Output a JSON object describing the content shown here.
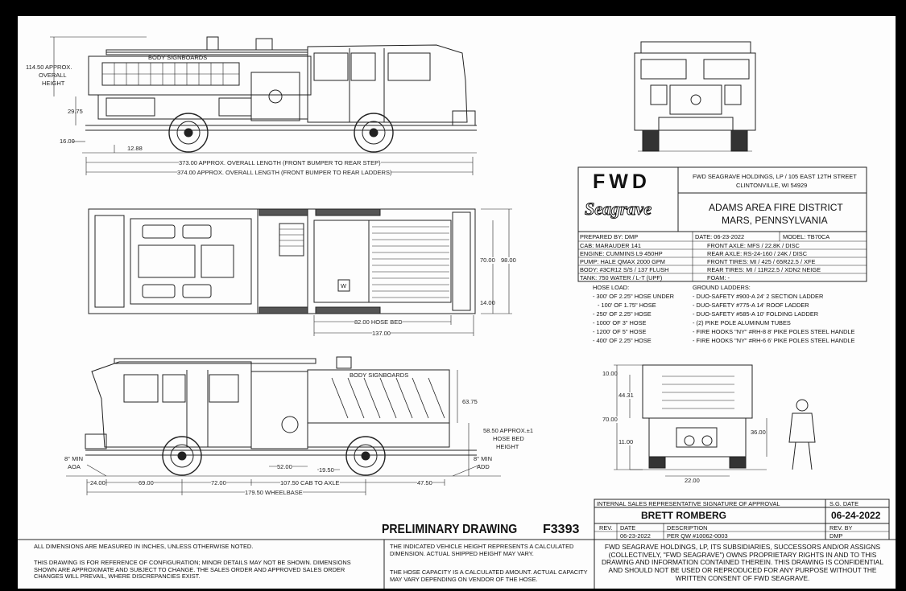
{
  "views": {
    "side_top": {
      "height_label_1": "114.50 APPROX.",
      "height_label_2": "OVERALL",
      "height_label_3": "HEIGHT",
      "body_label": "BODY SIGNBOARDS",
      "dim_29_75": "29.75",
      "dim_16_00": "16.00",
      "dim_12_88": "12.88",
      "length_rear_step": "373.00 APPROX. OVERALL LENGTH (FRONT BUMPER TO REAR STEP)",
      "length_rear_ladders": "374.00 APPROX. OVERALL LENGTH (FRONT BUMPER TO REAR LADDERS)"
    },
    "plan": {
      "dim_70_00": "70.00",
      "dim_98_00": "98.00",
      "dim_14_00": "14.00",
      "hose_bed": "82.00 HOSE BED",
      "dim_137_00": "137.00",
      "w_mark": "W"
    },
    "side_bottom": {
      "body_label": "BODY SIGNBOARDS",
      "dim_63_75": "63.75",
      "hose_bed_height_1": "58.50 APPROX.±1",
      "hose_bed_height_2": "HOSE BED",
      "hose_bed_height_3": "HEIGHT",
      "aoa_1": "8° MIN",
      "aoa_2": "AOA",
      "add_1": "8° MIN",
      "add_2": "ADD",
      "dim_24_00": "24.00",
      "dim_69_00": "69.00",
      "dim_72_00": "72.00",
      "dim_52_00": "52.00",
      "dim_19_50": "19.50",
      "cab_to_axle": "107.50 CAB TO AXLE",
      "dim_47_50": "47.50",
      "wheelbase": "179.50 WHEELBASE"
    },
    "rear": {
      "dim_10_00": "10.00",
      "dim_44_31": "44.31",
      "dim_70_00": "70.00",
      "dim_11_00": "11.00",
      "dim_36_00": "36.00",
      "dim_22_00": "22.00"
    }
  },
  "title_block": {
    "logo_top": "FWD",
    "logo_script": "Seagrave",
    "company_line_1": "FWD SEAGRAVE HOLDINGS, LP / 105 EAST 12TH STREET",
    "company_line_2": "CLINTONVILLE, WI 54929",
    "customer_line_1": "ADAMS AREA FIRE DISTRICT",
    "customer_line_2": "MARS, PENNSYLVANIA",
    "specs_left": [
      "PREPARED BY:  DMP",
      "CAB:  MARAUDER 141",
      "ENGINE: CUMMINS L9 450HP",
      "PUMP:  HALE QMAX 2000 GPM",
      "BODY:  #3CR12 S/S / 137 FLUSH",
      "TANK:  750 WATER / L-T (UPF)"
    ],
    "specs_mid": [
      "DATE: 06-23-2022",
      "FRONT AXLE:  MFS / 22.8K / DISC",
      "REAR AXLE:  RS-24-160 / 24K / DISC",
      "FRONT TIRES:  MI / 425 / 65R22.5 / XFE",
      "REAR TIRES:  MI / 11R22.5 / XDN2 NEIGE",
      "FOAM: -"
    ],
    "model": "MODEL: TB70CA"
  },
  "hose_load": {
    "title": "HOSE LOAD:",
    "items": [
      "- 300' OF 2.25\" HOSE UNDER",
      "   - 100' OF 1.75\" HOSE",
      "- 250' OF 2.25\" HOSE",
      "- 1000' OF 3\" HOSE",
      "- 1200' OF 5\" HOSE",
      "- 400' OF 2.25\" HOSE"
    ]
  },
  "ground_ladders": {
    "title": "GROUND LADDERS:",
    "items": [
      "- DUO-SAFETY #900-A 24' 2 SECTION LADDER",
      "- DUO-SAFETY #775-A 14' ROOF LADDER",
      "- DUO-SAFETY #585-A 10' FOLDING LADDER",
      "- (2) PIKE POLE ALUMINUM TUBES",
      "- FIRE HOOKS \"NY\" #RH-8 8' PIKE POLES STEEL HANDLE",
      "- FIRE HOOKS \"NY\" #RH-6 6' PIKE POLES STEEL HANDLE"
    ]
  },
  "approval": {
    "header": "INTERNAL SALES REPRESENTATIVE SIGNATURE OF APPROVAL",
    "sg_date_label": "S.G. DATE",
    "signer": "BRETT ROMBERG",
    "sg_date": "06-24-2022",
    "rev_label": "REV.",
    "date_label": "DATE",
    "description_label": "DESCRIPTION",
    "rev_by_label": "REV. BY",
    "row_date": "06-23-2022",
    "row_description": "PER QW #10062-0003",
    "row_rev_by": "DMP"
  },
  "drawing_title": {
    "label": "PRELIMINARY DRAWING",
    "number": "F3393"
  },
  "notes": {
    "left_1": "ALL DIMENSIONS ARE MEASURED IN INCHES, UNLESS OTHERWISE NOTED.",
    "left_2": "THIS DRAWING IS FOR REFERENCE OF CONFIGURATION; MINOR DETAILS MAY NOT BE SHOWN.  DIMENSIONS SHOWN ARE APPROXIMATE AND SUBJECT TO CHANGE.  THE SALES ORDER AND APPROVED SALES ORDER CHANGES WILL PREVAIL, WHERE DISCREPANCIES EXIST.",
    "mid_1": "THE INDICATED VEHICLE HEIGHT REPRESENTS A CALCULATED DIMENSION.  ACTUAL SHIPPED HEIGHT MAY VARY.",
    "mid_2": "THE HOSE CAPACITY IS A CALCULATED AMOUNT.  ACTUAL CAPACITY MAY VARY DEPENDING ON  VENDOR OF THE HOSE.",
    "proprietary": "FWD SEAGRAVE HOLDINGS, LP, ITS SUBSIDIARIES, SUCCESSORS AND/OR ASSIGNS (COLLECTIVELY, \"FWD SEAGRAVE\") OWNS PROPRIETARY RIGHTS IN AND TO THIS DRAWING AND INFORMATION CONTAINED THEREIN. THIS DRAWING IS CONFIDENTIAL AND SHOULD NOT BE USED OR REPRODUCED FOR ANY PURPOSE WITHOUT THE WRITTEN CONSENT OF  FWD SEAGRAVE."
  }
}
